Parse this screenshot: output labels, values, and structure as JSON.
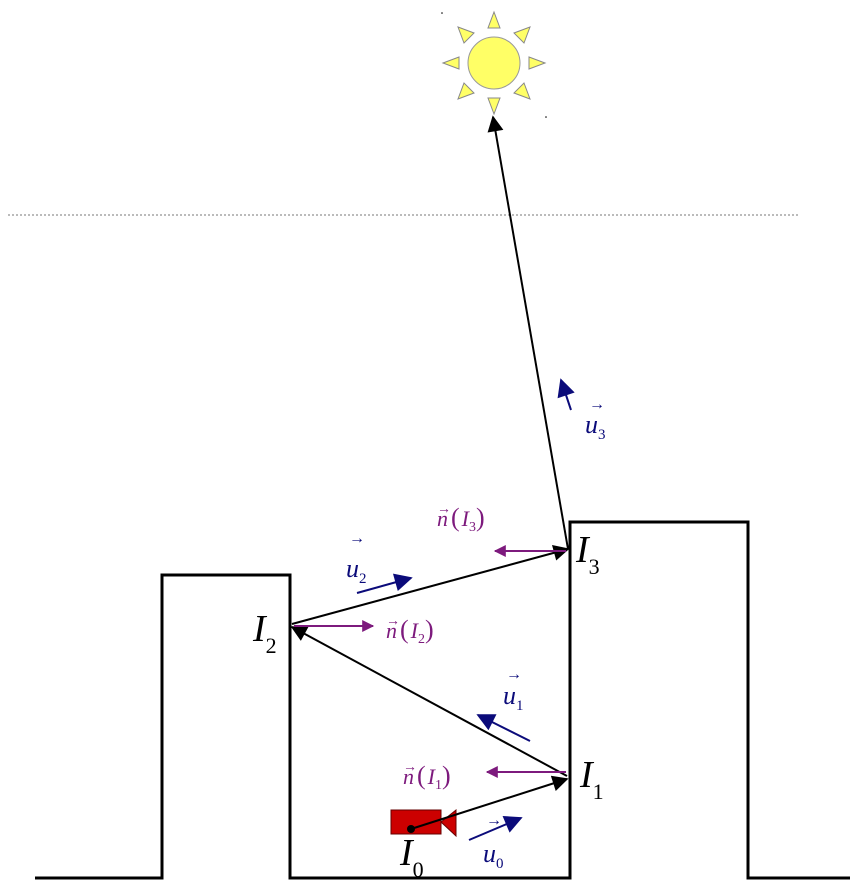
{
  "colors": {
    "ray": "#000000",
    "direction": "#0b0b7a",
    "normal": "#7d1a7d",
    "sun_fill": "#ffff66",
    "sun_stroke": "#999999",
    "camera": "#cc0000",
    "horizon": "#777777"
  },
  "icons": {
    "sun": "sun-icon",
    "camera": "camera-icon"
  },
  "labels": {
    "I0": {
      "base": "I",
      "sub": "0"
    },
    "I1": {
      "base": "I",
      "sub": "1"
    },
    "I2": {
      "base": "I",
      "sub": "2"
    },
    "I3": {
      "base": "I",
      "sub": "3"
    },
    "u0": {
      "base": "u",
      "sub": "0"
    },
    "u1": {
      "base": "u",
      "sub": "1"
    },
    "u2": {
      "base": "u",
      "sub": "2"
    },
    "u3": {
      "base": "u",
      "sub": "3"
    },
    "n1": {
      "base": "n",
      "open": "(",
      "arg": "I",
      "sub": "1",
      "close": ")"
    },
    "n2": {
      "base": "n",
      "open": "(",
      "arg": "I",
      "sub": "2",
      "close": ")"
    },
    "n3": {
      "base": "n",
      "open": "(",
      "arg": "I",
      "sub": "3",
      "close": ")"
    }
  },
  "vector_mark": "→"
}
